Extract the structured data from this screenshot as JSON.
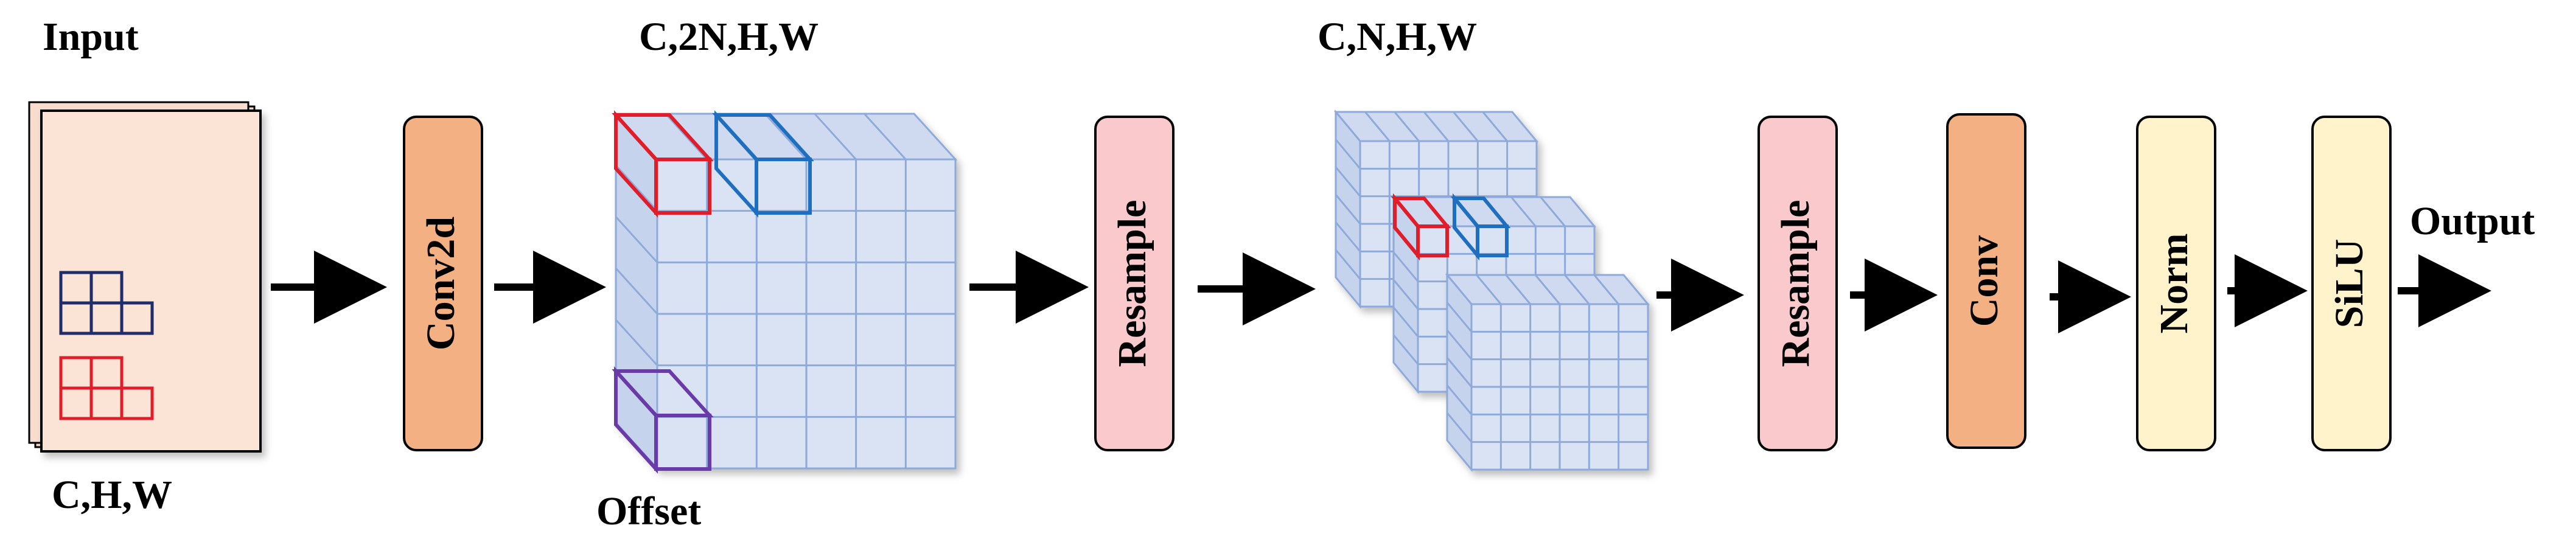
{
  "labels": {
    "input": "Input",
    "input_dims": "C,H,W",
    "offset_dims": "C,2N,H,W",
    "offset": "Offset",
    "sample_dims": "C,N,H,W",
    "output": "Output"
  },
  "blocks": {
    "conv2d": "Conv2d",
    "resample1": "Resample",
    "resample2": "Resample",
    "conv": "Conv",
    "norm": "Norm",
    "silu": "SiLU"
  },
  "colors": {
    "conv": "#f2b083",
    "resample": "#f9c9cc",
    "norm": "#fef3cb",
    "input_block": "#fbe3d6",
    "grid_fill": "#dae3f3",
    "grid_line": "#8eaadb",
    "red": "#e11d2a",
    "blue": "#1f6fc0",
    "purple": "#6a3aa8",
    "navy": "#1f2d6b"
  }
}
